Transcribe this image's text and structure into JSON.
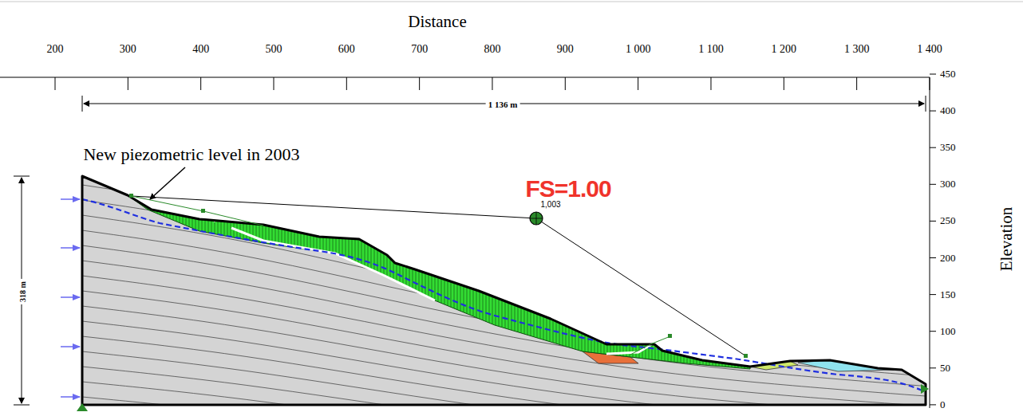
{
  "diagram": {
    "labels": [
      "Distance",
      "200",
      "300",
      "400",
      "500",
      "600",
      "700",
      "800",
      "900",
      "1 000",
      "1 100",
      "1 200",
      "1 300",
      "1 400",
      "1 136 m",
      "New piezometric level in 2003",
      "FS=1.00",
      "1,003",
      "318 m",
      "450",
      "400",
      "350",
      "300",
      "250",
      "200",
      "150",
      "100",
      "50",
      "0",
      "Elevation"
    ]
  }
}
